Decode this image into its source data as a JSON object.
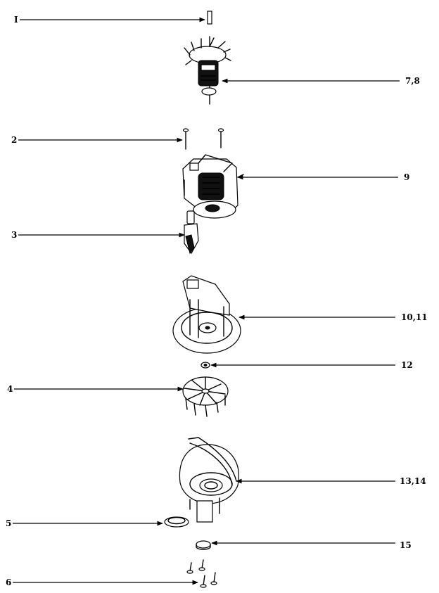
{
  "callouts": {
    "c1": "I",
    "c2": "2",
    "c3": "3",
    "c4": "4",
    "c5": "5",
    "c6": "6",
    "c78": "7,8",
    "c9": "9",
    "c1011": "10,11",
    "c12": "12",
    "c1314": "13,14",
    "c15": "15"
  },
  "colors": {
    "ink": "#000000",
    "paper": "#ffffff"
  }
}
